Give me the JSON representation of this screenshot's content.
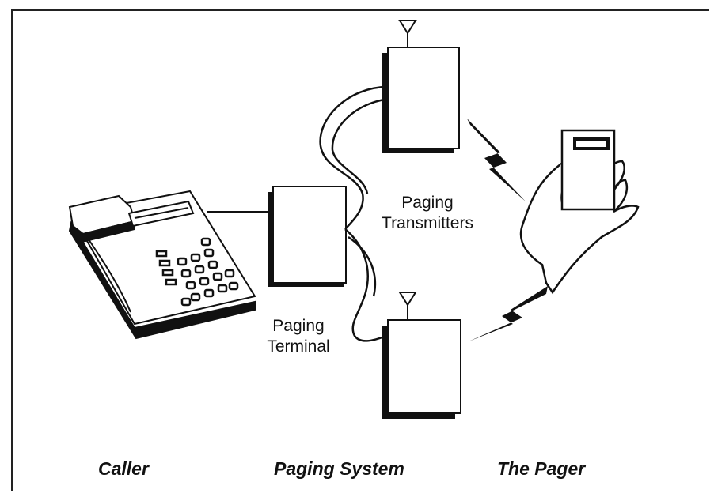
{
  "labels": {
    "paging_transmitters": [
      "Paging",
      "Transmitters"
    ],
    "paging_terminal": [
      "Paging",
      "Terminal"
    ]
  },
  "captions": {
    "caller": "Caller",
    "paging_system": "Paging System",
    "the_pager": "The Pager"
  },
  "colors": {
    "ink": "#111111",
    "paper": "#ffffff"
  },
  "icons": [
    "telephone-icon",
    "antenna-icon",
    "lightning-bolt-icon",
    "hand-icon",
    "pager-icon"
  ]
}
